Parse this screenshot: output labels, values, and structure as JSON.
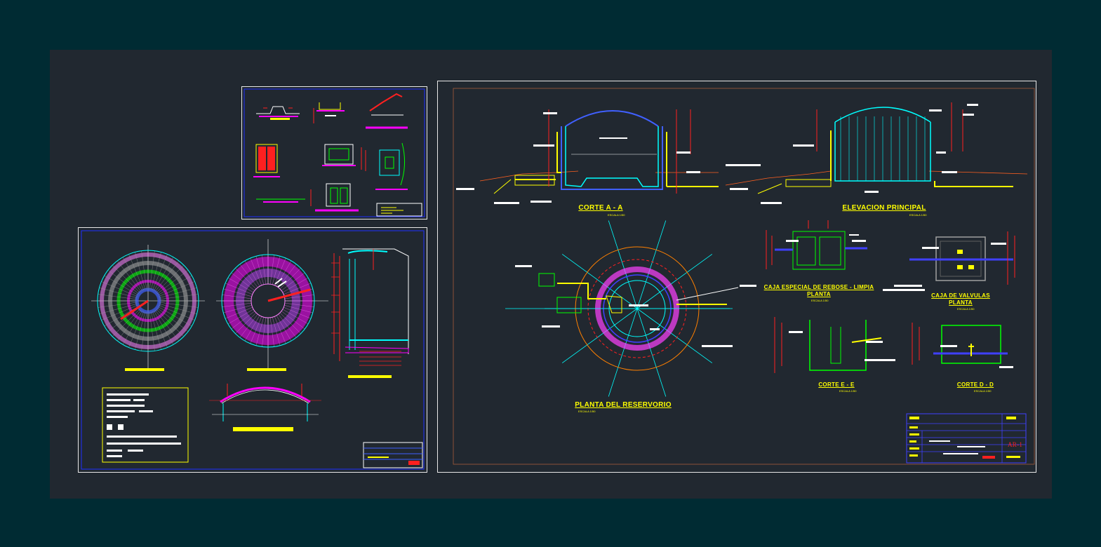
{
  "drawing": {
    "corte_aa": "CORTE A - A",
    "elevacion": "ELEVACION PRINCIPAL",
    "caja_rebose_1": "CAJA ESPECIAL DE REBOSE - LIMPIA",
    "caja_rebose_2": "PLANTA",
    "caja_valvulas_1": "CAJA DE VALVULAS",
    "caja_valvulas_2": "PLANTA",
    "planta_reservorio": "PLANTA DEL RESERVORIO",
    "corte_ee": "CORTE E - E",
    "corte_dd": "CORTE D - D",
    "sheet_id": "AR-1",
    "escala": "ESCALA 1/50"
  },
  "colors": {
    "background": "#002b33",
    "model_space": "#212830",
    "sheet_border": "#e8e8e8",
    "label": "#ffff00",
    "dimension": "#ff2020",
    "wall": "#00ffff",
    "pipe": "#ffff00",
    "slab": "#0000ff",
    "hatch": "#ff00ff",
    "box": "#00ff00"
  }
}
